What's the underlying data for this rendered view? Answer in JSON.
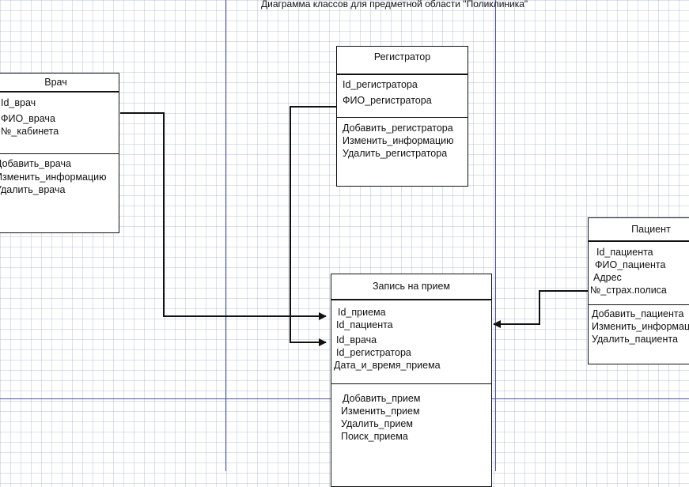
{
  "diagram": {
    "title": "Диаграмма классов для предметной области \"Поликлиника\"",
    "classes": {
      "vrach": {
        "name": "Врач",
        "attributes": [
          "Id_врач",
          "ФИО_врача",
          "№_кабинета"
        ],
        "operations": [
          "Добавить_врача",
          "Изменить_информацию",
          "Удалить_врача"
        ]
      },
      "registrator": {
        "name": "Регистратор",
        "attributes": [
          "Id_регистратора",
          "ФИО_регистратора"
        ],
        "operations": [
          "Добавить_регистратора",
          "Изменить_информацию",
          "Удалить_регистратора"
        ]
      },
      "patient": {
        "name": "Пациент",
        "attributes": [
          "Id_пациента",
          "ФИО_пациента",
          "Адрес",
          "№_страх.полиса"
        ],
        "operations": [
          "Добавить_пациента",
          "Изменить_информацию",
          "Удалить_пациента"
        ]
      },
      "zapis": {
        "name": "Запись на прием",
        "attributes": [
          "Id_приема",
          "Id_пациента",
          "Id_врача",
          "Id_регистратора",
          "Дата_и_время_приема"
        ],
        "operations": [
          "Добавить_прием",
          "Изменить_прием",
          "Удалить_прием",
          "Поиск_приема"
        ]
      }
    }
  }
}
